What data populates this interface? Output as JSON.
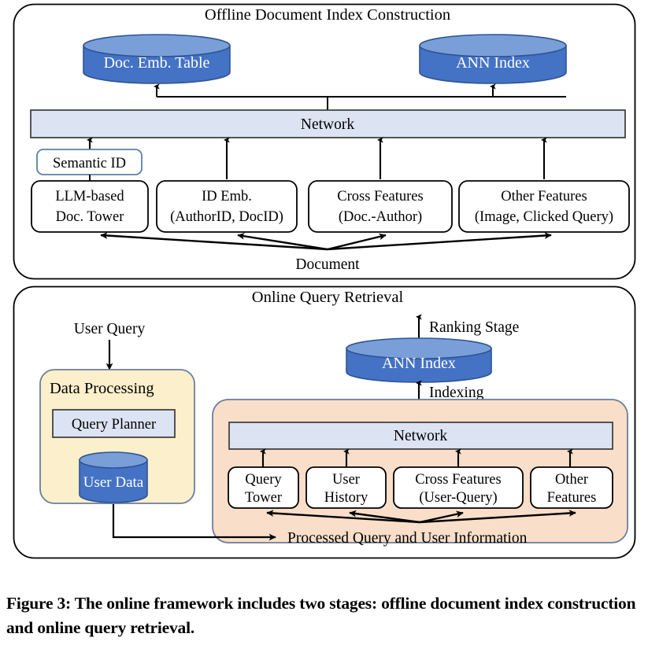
{
  "figure": {
    "caption": "Figure 3: The online framework includes two stages: offline document index construction and online query retrieval."
  },
  "colors": {
    "cylinder_body": "#4472C4",
    "cylinder_top": "#7A9FD8",
    "cylinder_stroke": "#2E5496",
    "network_fill": "#DCE3F2",
    "network_stroke": "#3A3A3A",
    "panel_cream_fill": "#FCEFCB",
    "panel_cream_stroke": "#6B7F99",
    "panel_peach_fill": "#F9DEC9",
    "panel_peach_stroke": "#6B7F99",
    "semantic_id_stroke": "#5B7FA6",
    "box_stroke": "#000000",
    "outer_stroke": "#000000",
    "page_background": "#FFFFFF"
  },
  "offline": {
    "title": "Offline Document Index Construction",
    "stores": [
      {
        "label": "Doc. Emb. Table",
        "name": "doc-emb-table"
      },
      {
        "label": "ANN Index",
        "name": "ann-index-offline"
      }
    ],
    "network_label": "Network",
    "semantic_id_label": "Semantic ID",
    "features": [
      {
        "line1": "LLM-based",
        "line2": "Doc. Tower"
      },
      {
        "line1": "ID Emb.",
        "line2": "(AuthorID, DocID)"
      },
      {
        "line1": "Cross Features",
        "line2": "(Doc.-Author)"
      },
      {
        "line1": "Other Features",
        "line2": "(Image, Clicked Query)"
      }
    ],
    "source_label": "Document"
  },
  "online": {
    "title": "Online Query Retrieval",
    "user_query_label": "User Query",
    "ranking_stage_label": "Ranking Stage",
    "indexing_label": "Indexing",
    "ann_index_label": "ANN Index",
    "data_processing": {
      "title": "Data Processing",
      "query_planner_label": "Query Planner",
      "user_data_label": "User Data"
    },
    "network_label": "Network",
    "features": [
      {
        "line1": "Query",
        "line2": "Tower"
      },
      {
        "line1": "User",
        "line2": "History"
      },
      {
        "line1": "Cross Features",
        "line2": "(User-Query)"
      },
      {
        "line1": "Other",
        "line2": "Features"
      }
    ],
    "source_label": "Processed Query and User Information"
  }
}
